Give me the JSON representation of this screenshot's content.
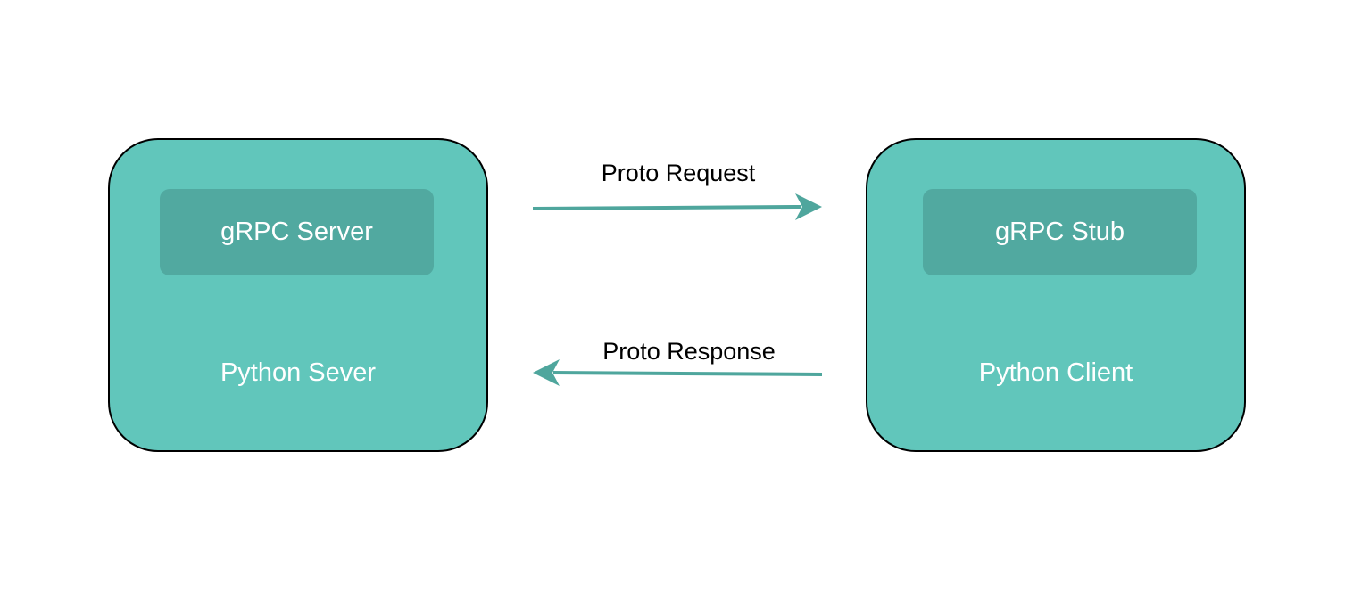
{
  "server": {
    "inner_label": "gRPC Server",
    "label": "Python Sever"
  },
  "client": {
    "inner_label": "gRPC Stub",
    "label": "Python Client"
  },
  "edges": {
    "request_label": "Proto Request",
    "response_label": "Proto Response"
  },
  "colors": {
    "node_fill": "#61c6bb",
    "inner_fill": "#51a9a0",
    "arrow": "#4fa69d",
    "border": "#000000",
    "node_text": "#ffffff"
  }
}
